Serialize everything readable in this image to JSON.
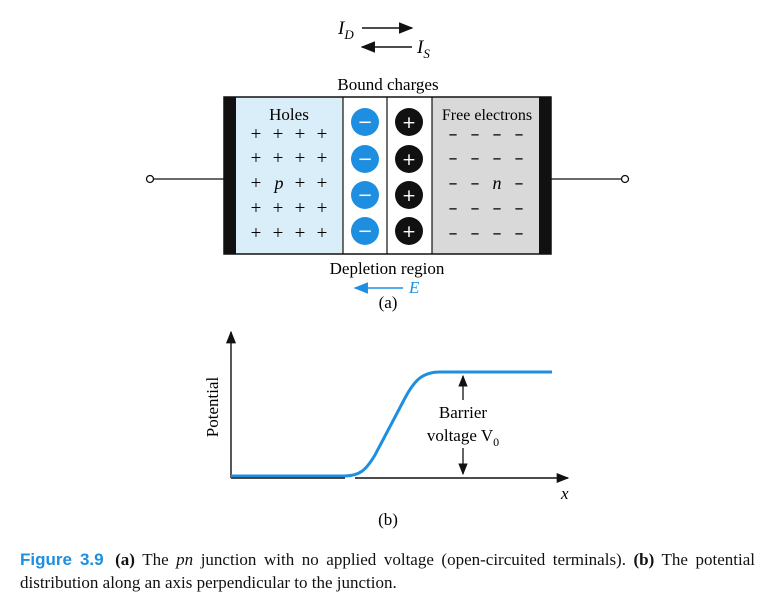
{
  "diagram_a": {
    "current_d_main": "I",
    "current_d_sub": "D",
    "current_s_main": "I",
    "current_s_sub": "S",
    "bound_charges": "Bound charges",
    "holes_label": "Holes",
    "free_electrons_label": "Free electrons",
    "p_label": "p",
    "n_label": "n",
    "plus": "+",
    "minus": "−",
    "dash": "–",
    "depletion_region": "Depletion region",
    "field_label": "E",
    "sub_label": "(a)"
  },
  "diagram_b": {
    "y_axis_label": "Potential",
    "x_axis_label": "x",
    "barrier_line1": "Barrier",
    "barrier_line2": "voltage V",
    "barrier_sub": "0",
    "sub_label": "(b)"
  },
  "caption": {
    "figure_number": "Figure 3.9",
    "part_a": "(a)",
    "text_1": " The ",
    "pn": "pn",
    "text_2": " junction with no applied voltage (open-circuited terminals). ",
    "part_b": "(b)",
    "text_3": " The potential distribution along an axis perpendicular to the junction."
  },
  "colors": {
    "accent_blue": "#1e8fe0",
    "p_region": "#d9eef9",
    "n_region": "#d9d9d9",
    "contact": "#111111"
  }
}
